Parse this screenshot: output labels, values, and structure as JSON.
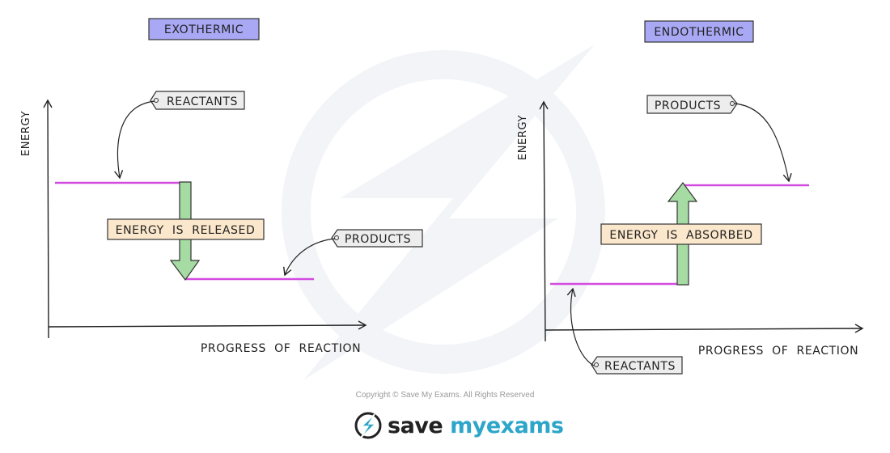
{
  "exothermic": {
    "title": "EXOTHERMIC",
    "y_axis_label": "ENERGY",
    "x_axis_label": "PROGRESS  OF  REACTION",
    "reactants_tag": "REACTANTS",
    "products_tag": "PRODUCTS",
    "energy_box": "ENERGY  IS  RELEASED"
  },
  "endothermic": {
    "title": "ENDOTHERMIC",
    "y_axis_label": "ENERGY",
    "x_axis_label": "PROGRESS  OF  REACTION",
    "reactants_tag": "REACTANTS",
    "products_tag": "PRODUCTS",
    "energy_box": "ENERGY  IS  ABSORBED"
  },
  "footer": {
    "copyright": "Copyright © Save My Exams. All Rights Reserved",
    "brand_part1": "save",
    "brand_part2": "my",
    "brand_part3": "exams"
  },
  "colors": {
    "level_line": "#d24be0",
    "arrow_fill": "#a6dba4",
    "title_box": "#a9a8f5",
    "energy_box": "#fbe7cb",
    "tag_fill": "#ededed",
    "brand_accent": "#2da6c9",
    "watermark": "#f1f3f6"
  },
  "icons": {
    "watermark": "lightning-bolt-watermark",
    "brand": "lightning-bolt-logo"
  }
}
